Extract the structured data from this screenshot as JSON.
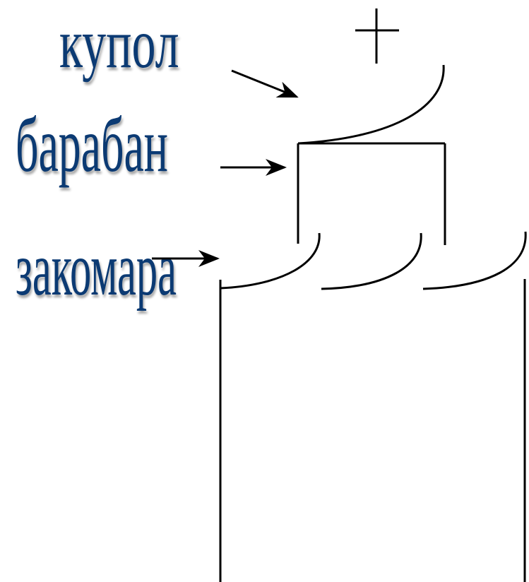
{
  "labels": {
    "kupol": "купол",
    "baraban": "барабан",
    "zakomara": "закомара"
  },
  "colors": {
    "label_text": "#0b3a73",
    "line": "#000000",
    "background": "#ffffff"
  }
}
